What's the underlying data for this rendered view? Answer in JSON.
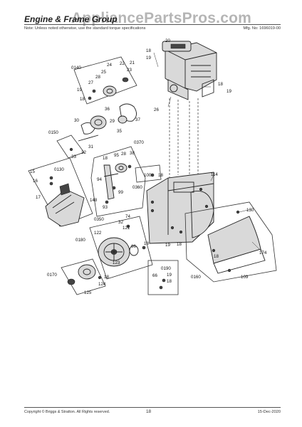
{
  "header": {
    "title": "Engine & Frame Group",
    "watermark": "AppliancePartsPros.com",
    "note": "Note: Unless noted otherwise, use the standard torque specifications",
    "mfg_no": "Mfg. No: 1696019-00"
  },
  "footer": {
    "copyright": "Copyright © Briggs & Stratton. All Rights reserved.",
    "page": "18",
    "date": "15-Dec-2020"
  },
  "callouts": {
    "c20": "20",
    "c19a": "19",
    "c18a": "18",
    "c18b": "18",
    "c19b": "19",
    "c26": "26",
    "g0140": "0140",
    "c24": "24",
    "c22": "22",
    "c21": "21",
    "c25": "25",
    "c23": "23",
    "c28": "28",
    "c27": "27",
    "c19c": "19",
    "c18c": "18",
    "c36": "36",
    "c37": "37",
    "c30": "30",
    "c29": "29",
    "c35": "35",
    "g0150": "0150",
    "c31": "31",
    "c32": "32",
    "c33": "33",
    "g0370": "0370",
    "c95": "95",
    "c28b": "28",
    "c38": "38",
    "c18d": "18",
    "c94": "94",
    "c99": "99",
    "c148": "148",
    "c93": "93",
    "c100": "100",
    "c18e": "18",
    "g0360": "0360",
    "c15": "15",
    "g0130": "0130",
    "c16": "16",
    "c17": "17",
    "c114": "114",
    "g0350": "0350",
    "c74": "74",
    "c122": "122",
    "c32b": "32",
    "c121": "121",
    "g0180": "0180",
    "c66a": "66",
    "c18f": "18",
    "c123": "123",
    "c19d": "19",
    "c18g": "18",
    "c130": "130",
    "c174": "174",
    "c18h": "18",
    "c109": "109",
    "g0160": "0160",
    "g0170": "0170",
    "c18i": "18",
    "c124": "124",
    "c125": "125",
    "g0190": "0190",
    "c66b": "66",
    "c19e": "19",
    "c18j": "18"
  }
}
